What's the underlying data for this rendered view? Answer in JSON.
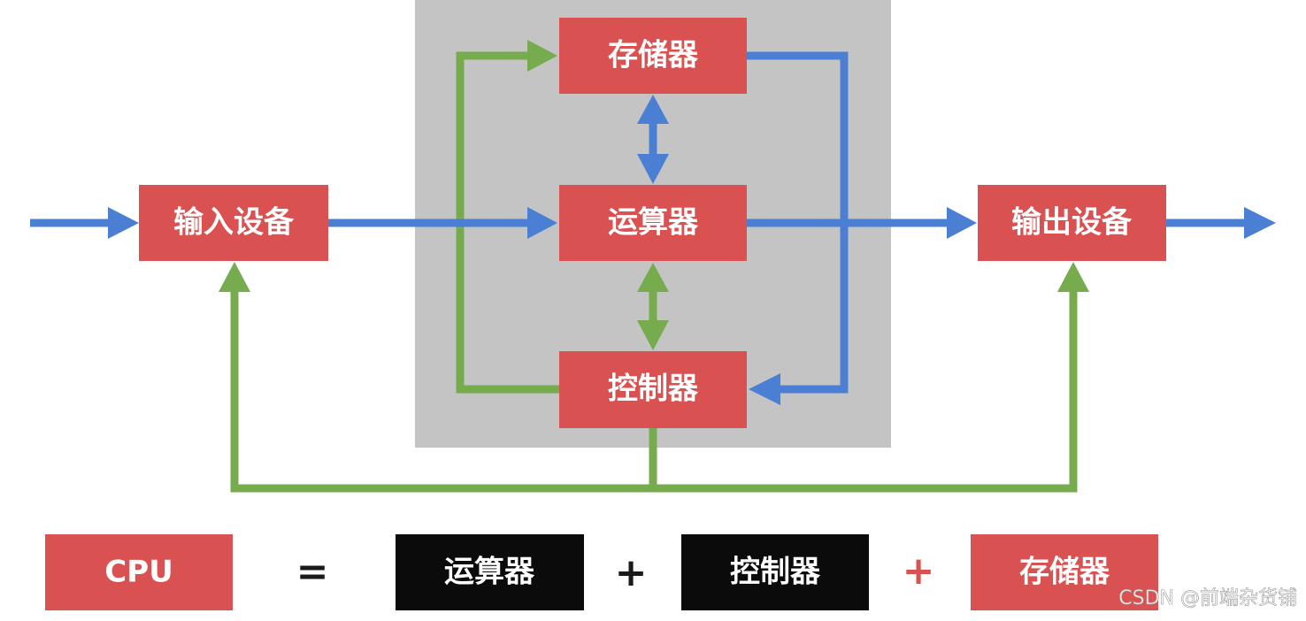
{
  "colors": {
    "block_red": "#d95151",
    "cpu_region_gray": "#c4c4c4",
    "data_flow_blue": "#4a7fd3",
    "control_flow_green": "#76ac4d",
    "equation_black": "#0b0b0b",
    "plus_red": "#d95151"
  },
  "blocks": {
    "memory": "存储器",
    "alu": "运算器",
    "controller": "控制器",
    "input_device": "输入设备",
    "output_device": "输出设备"
  },
  "equation": {
    "cpu": "CPU",
    "equals": "=",
    "term1": "运算器",
    "plus1": "+",
    "term2": "控制器",
    "plus2": "+",
    "term3": "存储器"
  },
  "watermark": "CSDN @前端杂货铺"
}
